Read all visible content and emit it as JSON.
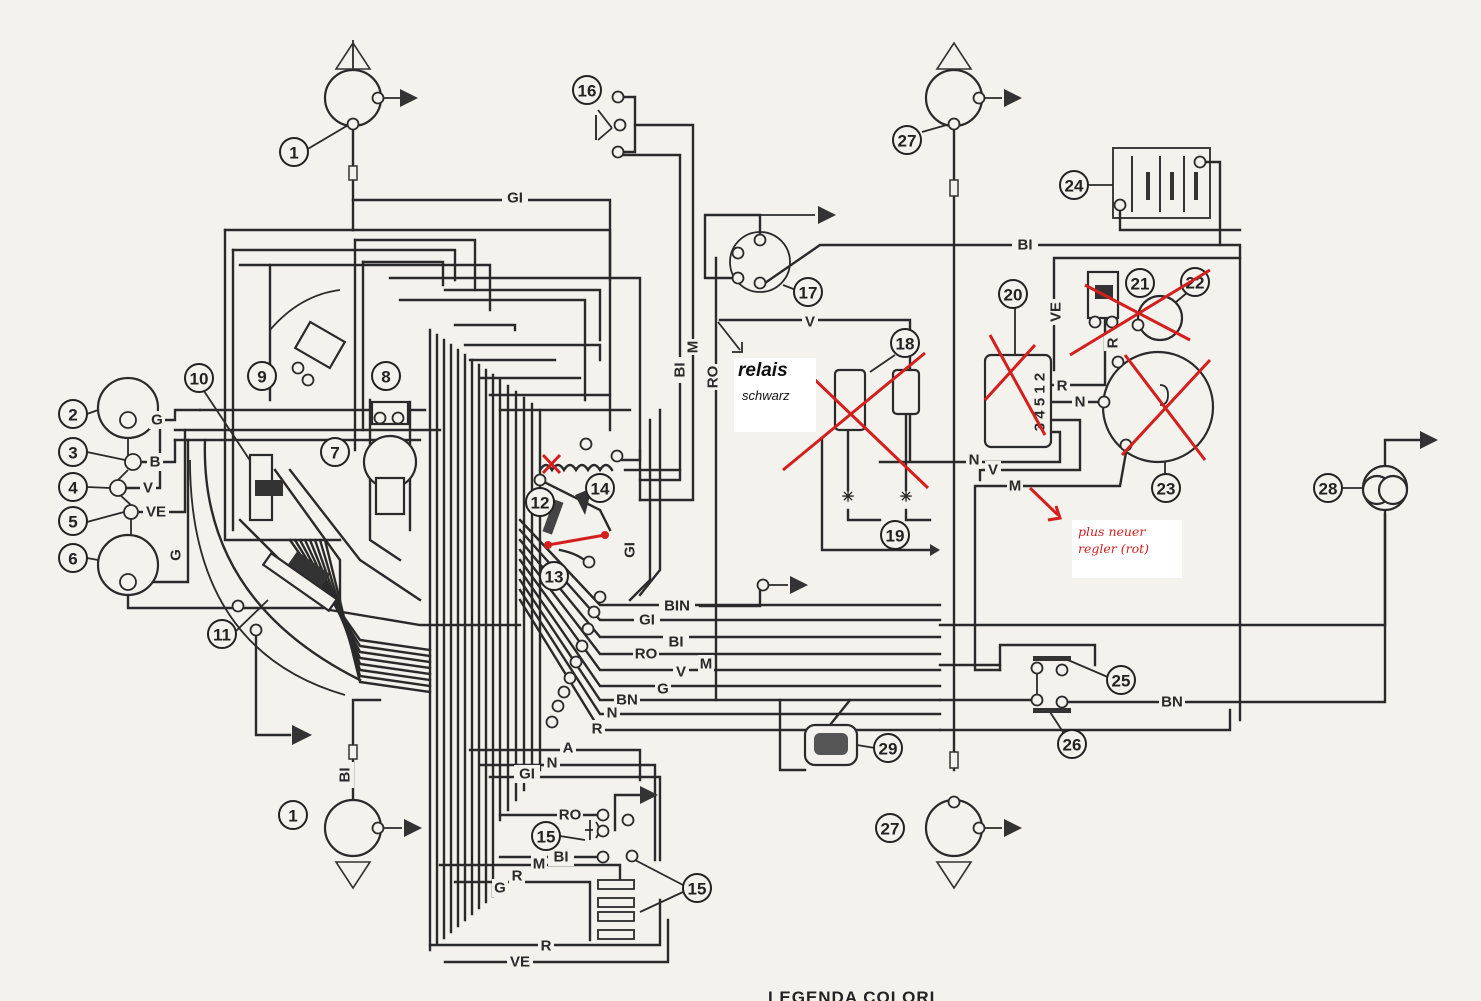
{
  "diagram": {
    "type": "wiring-diagram",
    "footer_title": "LEGENDA COLORI",
    "components": [
      {
        "id": "1",
        "label": "1",
        "role": "headlamp-front"
      },
      {
        "id": "1b",
        "label": "1",
        "role": "lamp-rear"
      },
      {
        "id": "2",
        "label": "2"
      },
      {
        "id": "3",
        "label": "3"
      },
      {
        "id": "4",
        "label": "4"
      },
      {
        "id": "5",
        "label": "5"
      },
      {
        "id": "6",
        "label": "6"
      },
      {
        "id": "7",
        "label": "7"
      },
      {
        "id": "8",
        "label": "8"
      },
      {
        "id": "9",
        "label": "9"
      },
      {
        "id": "10",
        "label": "10"
      },
      {
        "id": "11",
        "label": "11"
      },
      {
        "id": "12",
        "label": "12"
      },
      {
        "id": "13",
        "label": "13"
      },
      {
        "id": "14",
        "label": "14"
      },
      {
        "id": "15a",
        "label": "15"
      },
      {
        "id": "15b",
        "label": "15"
      },
      {
        "id": "16",
        "label": "16"
      },
      {
        "id": "17",
        "label": "17"
      },
      {
        "id": "18",
        "label": "18",
        "crossed_out": true
      },
      {
        "id": "19",
        "label": "19"
      },
      {
        "id": "20",
        "label": "20",
        "crossed_out": true
      },
      {
        "id": "21",
        "label": "21",
        "crossed_out": true
      },
      {
        "id": "22",
        "label": "22",
        "crossed_out": true
      },
      {
        "id": "23",
        "label": "23",
        "crossed_out": true
      },
      {
        "id": "24",
        "label": "24"
      },
      {
        "id": "25",
        "label": "25"
      },
      {
        "id": "26",
        "label": "26"
      },
      {
        "id": "27a",
        "label": "27"
      },
      {
        "id": "27b",
        "label": "27"
      },
      {
        "id": "28",
        "label": "28"
      },
      {
        "id": "29",
        "label": "29"
      }
    ],
    "wire_labels": [
      {
        "id": "gi-top",
        "text": "GI"
      },
      {
        "id": "bi-top",
        "text": "BI"
      },
      {
        "id": "v-17",
        "text": "V"
      },
      {
        "id": "ve-20",
        "text": "VE"
      },
      {
        "id": "r-20",
        "text": "R"
      },
      {
        "id": "n-20",
        "text": "N"
      },
      {
        "id": "r-21",
        "text": "R"
      },
      {
        "id": "n-mid",
        "text": "N"
      },
      {
        "id": "v-mid",
        "text": "V"
      },
      {
        "id": "m-mid",
        "text": "M"
      },
      {
        "id": "bi-vert",
        "text": "BI"
      },
      {
        "id": "m-vert",
        "text": "M"
      },
      {
        "id": "ro-vert",
        "text": "RO"
      },
      {
        "id": "gi-diag",
        "text": "GI"
      },
      {
        "id": "g-2",
        "text": "G"
      },
      {
        "id": "b-3",
        "text": "B"
      },
      {
        "id": "v-4",
        "text": "V"
      },
      {
        "id": "ve-5",
        "text": "VE"
      },
      {
        "id": "g-6",
        "text": "G"
      },
      {
        "id": "bin",
        "text": "BIN"
      },
      {
        "id": "gi-bus",
        "text": "GI"
      },
      {
        "id": "bi-bus",
        "text": "BI"
      },
      {
        "id": "ro-bus",
        "text": "RO"
      },
      {
        "id": "m-bus",
        "text": "M"
      },
      {
        "id": "v-bus",
        "text": "V"
      },
      {
        "id": "g-bus",
        "text": "G"
      },
      {
        "id": "bn-bus",
        "text": "BN"
      },
      {
        "id": "n-bus",
        "text": "N"
      },
      {
        "id": "r-bus",
        "text": "R"
      },
      {
        "id": "bn-right",
        "text": "BN"
      },
      {
        "id": "bi-rear",
        "text": "BI"
      },
      {
        "id": "a-15",
        "text": "A"
      },
      {
        "id": "n-15",
        "text": "N"
      },
      {
        "id": "gi-15",
        "text": "GI"
      },
      {
        "id": "ro-15",
        "text": "RO"
      },
      {
        "id": "bi-15",
        "text": "BI"
      },
      {
        "id": "m-15",
        "text": "M"
      },
      {
        "id": "r-15",
        "text": "R"
      },
      {
        "id": "g-15",
        "text": "G"
      },
      {
        "id": "r-bot",
        "text": "R"
      },
      {
        "id": "ve-bot",
        "text": "VE"
      },
      {
        "id": "relay-pins",
        "text": "3 4 5 1 2"
      }
    ],
    "annotations": {
      "relay_note_line1": "relais",
      "relay_note_line2": "schwarz",
      "regulator_note_line1": "plus neuer",
      "regulator_note_line2": "regler (rot)",
      "annotation_color": "#d41f1f"
    }
  }
}
